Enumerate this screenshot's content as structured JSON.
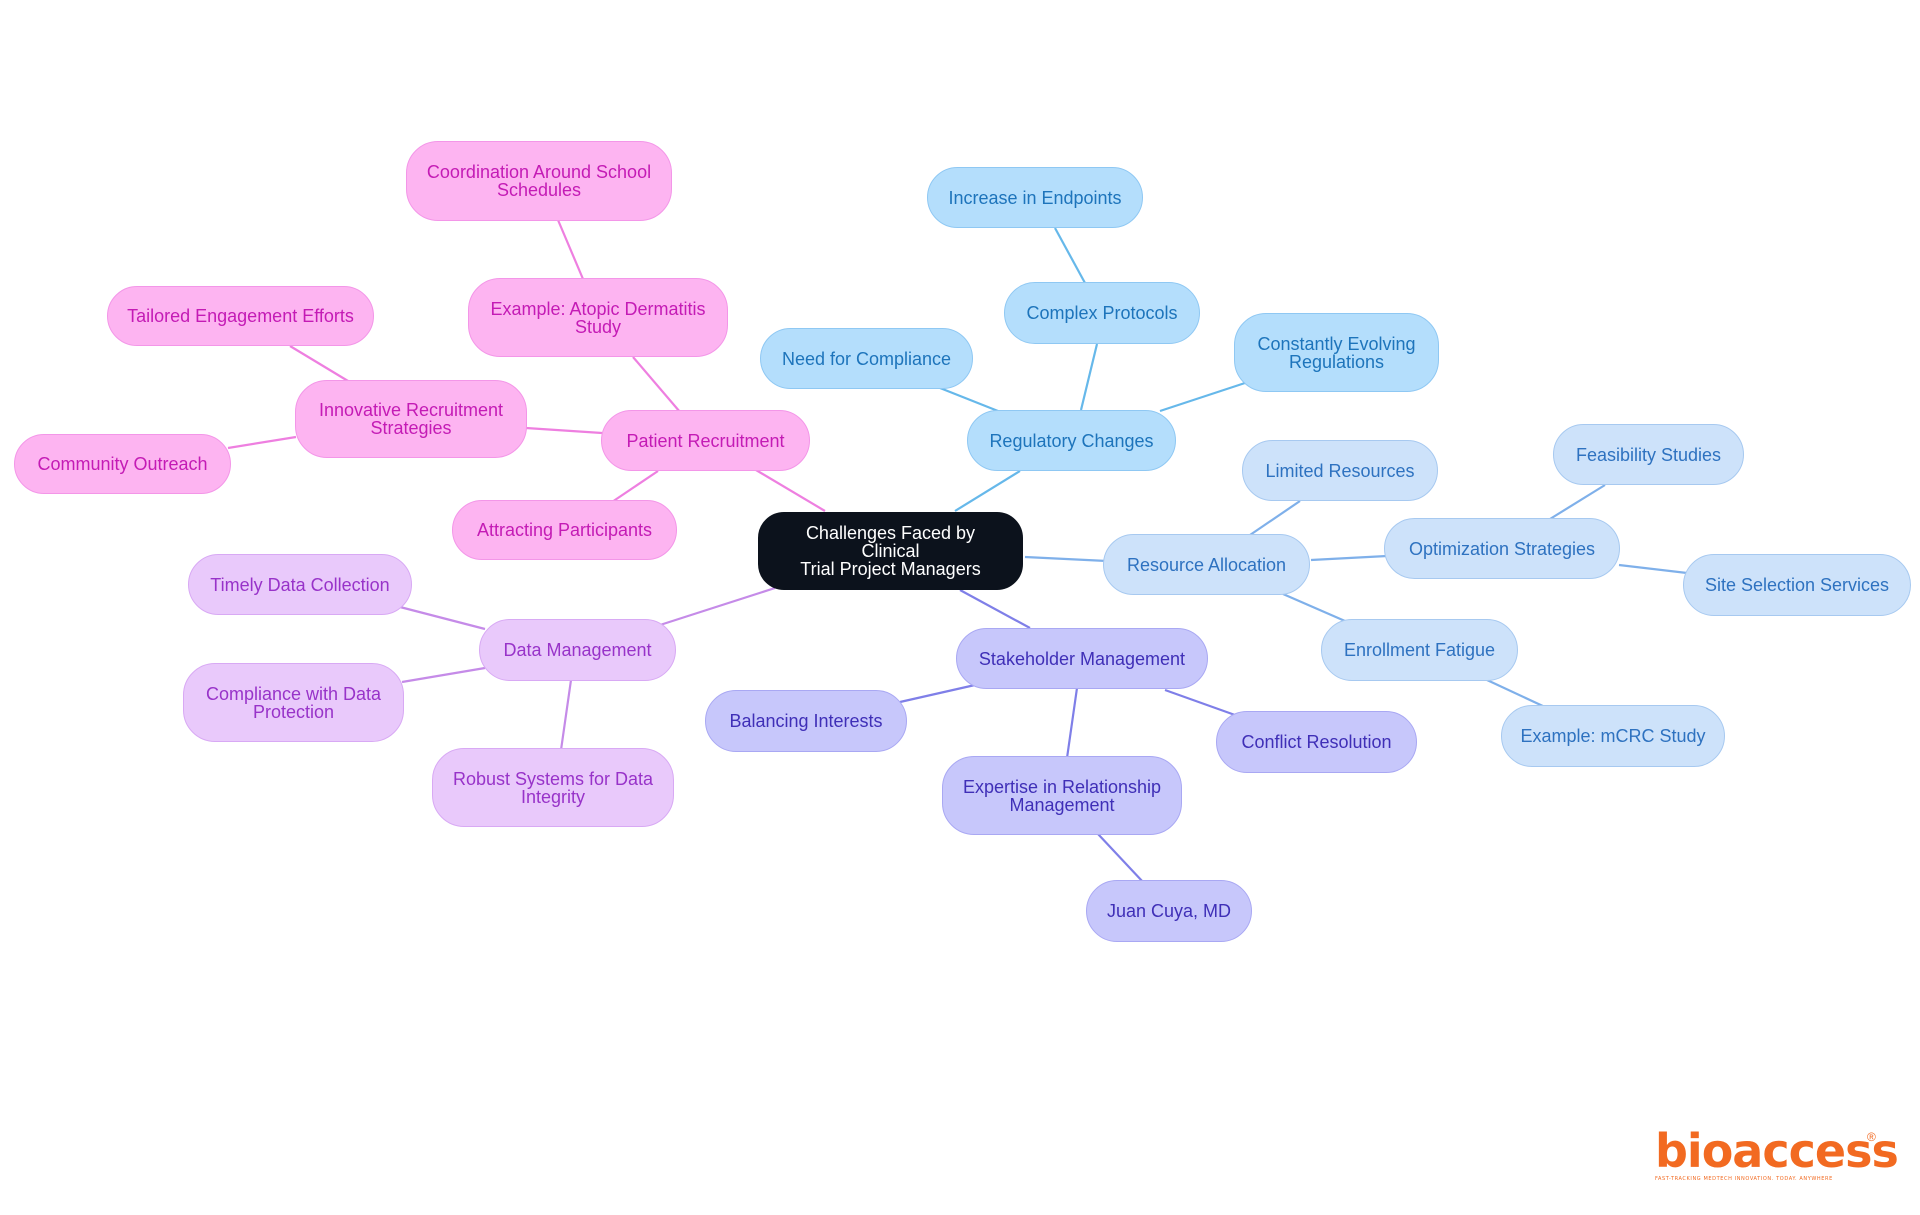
{
  "mindmap": {
    "root": {
      "lines": [
        "Challenges Faced by Clinical",
        "Trial Project Managers"
      ]
    },
    "branches": {
      "patient_recruitment": {
        "label": [
          "Patient Recruitment"
        ],
        "children": {
          "example_atopic": [
            "Example: Atopic Dermatitis",
            "Study"
          ],
          "coordination": [
            "Coordination Around School",
            "Schedules"
          ],
          "innovative": [
            "Innovative Recruitment",
            "Strategies"
          ],
          "tailored": [
            "Tailored Engagement Efforts"
          ],
          "community": [
            "Community Outreach"
          ],
          "attracting": [
            "Attracting Participants"
          ]
        }
      },
      "regulatory_changes": {
        "label": [
          "Regulatory Changes"
        ],
        "children": {
          "need_compliance": [
            "Need for Compliance"
          ],
          "complex_protocols": [
            "Complex Protocols"
          ],
          "increase_endpoints": [
            "Increase in Endpoints"
          ],
          "evolving_regulations": [
            "Constantly Evolving",
            "Regulations"
          ]
        }
      },
      "resource_allocation": {
        "label": [
          "Resource Allocation"
        ],
        "children": {
          "limited_resources": [
            "Limited Resources"
          ],
          "optimization": [
            "Optimization Strategies"
          ],
          "feasibility": [
            "Feasibility Studies"
          ],
          "site_selection": [
            "Site Selection Services"
          ],
          "enrollment_fatigue": [
            "Enrollment Fatigue"
          ],
          "example_mcrc": [
            "Example: mCRC Study"
          ]
        }
      },
      "stakeholder_management": {
        "label": [
          "Stakeholder Management"
        ],
        "children": {
          "balancing": [
            "Balancing Interests"
          ],
          "conflict": [
            "Conflict Resolution"
          ],
          "expertise": [
            "Expertise in Relationship",
            "Management"
          ],
          "juan": [
            "Juan Cuya, MD"
          ]
        }
      },
      "data_management": {
        "label": [
          "Data Management"
        ],
        "children": {
          "timely": [
            "Timely Data Collection"
          ],
          "compliance_data": [
            "Compliance with Data",
            "Protection"
          ],
          "robust": [
            "Robust Systems for Data",
            "Integrity"
          ]
        }
      }
    }
  },
  "logo": {
    "wordmark": "bioaccess",
    "registered": "®",
    "tagline": "FAST-TRACKING MEDTECH INNOVATION. TODAY. ANYWHERE"
  },
  "colors": {
    "root": "#0c121c",
    "patient_recruitment": "#fdb4f1",
    "data_management": "#e9c9fb",
    "stakeholder_management": "#c7c7fb",
    "regulatory_changes": "#b4defc",
    "resource_allocation": "#cde2fa",
    "logo": "#f26a21"
  }
}
